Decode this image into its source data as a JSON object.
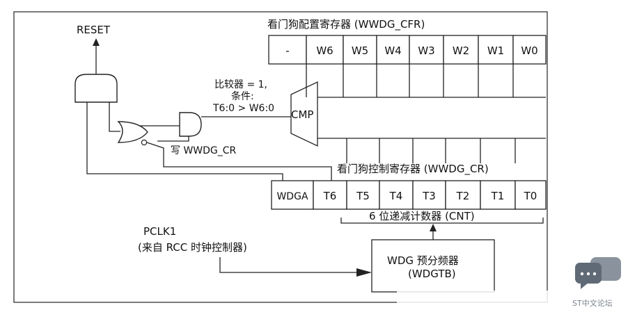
{
  "caption_fragment": "",
  "reset_label": "RESET",
  "cfr_title": "看门狗配置寄存器 (WWDG_CFR)",
  "cfr_bits": [
    "-",
    "W6",
    "W5",
    "W4",
    "W3",
    "W2",
    "W1",
    "W0"
  ],
  "cr_title": "看门狗控制寄存器 (WWDG_CR)",
  "cr_bits": [
    "WDGA",
    "T6",
    "T5",
    "T4",
    "T3",
    "T2",
    "T1",
    "T0"
  ],
  "counter_label": "6 位递减计数器 (CNT)",
  "comparator": {
    "line1": "比较器 = 1,",
    "line2": "条件:",
    "line3": "T6:0 > W6:0",
    "block": "CMP"
  },
  "write_label": "写 WWDG_CR",
  "pclk": {
    "line1": "PCLK1",
    "line2": "(来自 RCC 时钟控制器)"
  },
  "prescaler": {
    "line1": "WDG 预分频器",
    "line2": "(WDGTB)"
  },
  "watermark": "ST中文论坛"
}
